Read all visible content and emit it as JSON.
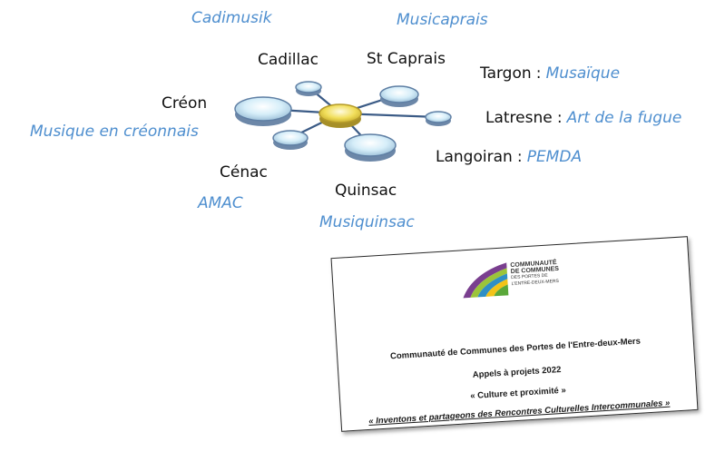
{
  "diagram": {
    "towns": {
      "cadillac": "Cadillac",
      "st_caprais": "St Caprais",
      "creon": "Créon",
      "cenac": "Cénac",
      "quinsac": "Quinsac",
      "targon": "Targon",
      "latresne": "Latresne",
      "langoiran": "Langoiran"
    },
    "associations": {
      "cadimusik": "Cadimusik",
      "musicaprais": "Musicaprais",
      "musique_creonnais": "Musique en créonnais",
      "amac": "AMAC",
      "musiquinsac": "Musiquinsac",
      "musaique": "Musaïque",
      "art_fugue": "Art de la fugue",
      "pemda": "PEMDA"
    },
    "separator": ":",
    "colors": {
      "association_text": "#4f8fcf",
      "town_text": "#111111",
      "hub_node": "#e7d24a",
      "satellite_node": "#cfe8f6"
    }
  },
  "document": {
    "logo_text": {
      "line1": "COMMUNAUTÉ",
      "line2": "DE COMMUNES",
      "line3": "DES PORTES DE",
      "line4": "L'ENTRE-DEUX-MERS"
    },
    "heading": "Communauté de Communes des Portes de l'Entre-deux-Mers",
    "subtitle": "Appels à projets 2022",
    "theme": "« Culture et proximité »",
    "tagline": "« Inventons et partageons des Rencontres Culturelles Intercommunales »"
  }
}
